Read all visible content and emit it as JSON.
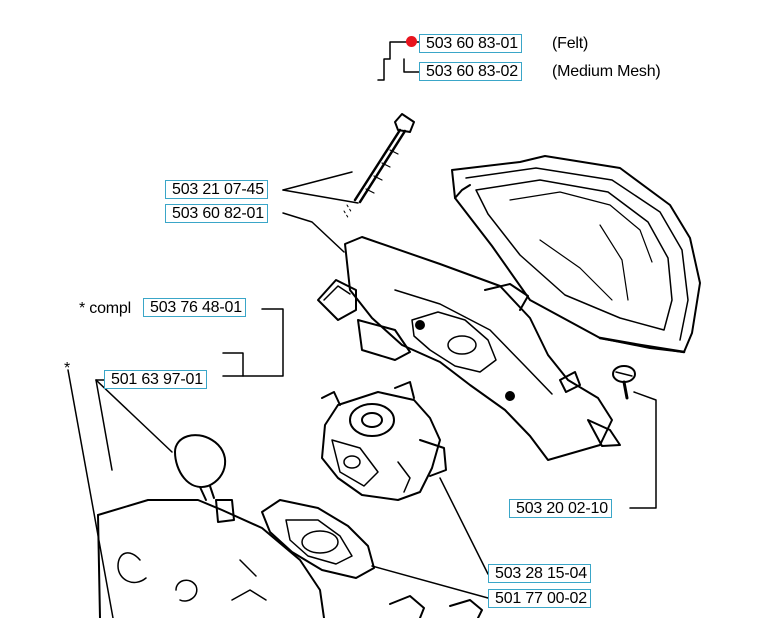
{
  "diagram": {
    "highlight_color": "#e8141e",
    "label_border_color": "#3aa6c8",
    "callouts": {
      "felt_filter": {
        "part_number": "503 60 83-01",
        "note": "(Felt)"
      },
      "mesh_filter": {
        "part_number": "503 60 83-02",
        "note": "(Medium Mesh)"
      },
      "screw_top": {
        "part_number": "503 21 07-45"
      },
      "filter_holder": {
        "part_number": "503 60 82-01"
      },
      "complete_kit": {
        "prefix": "* compl",
        "part_number": "503 76 48-01"
      },
      "compl_marker": {
        "text": "*"
      },
      "bellows": {
        "part_number": "501 63 97-01"
      },
      "screw_right": {
        "part_number": "503 20 02-10"
      },
      "carburetor": {
        "part_number": "503 28 15-04"
      },
      "gasket": {
        "part_number": "501 77 00-02"
      }
    }
  }
}
